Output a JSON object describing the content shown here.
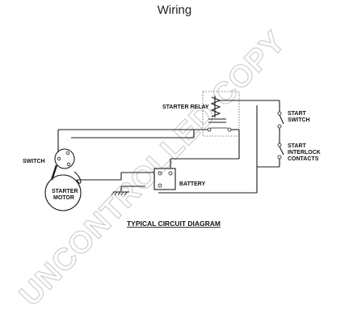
{
  "page_title": "Wiring",
  "watermark": "UNCONTROLLED COPY",
  "caption": "TYPICAL CIRCUIT DIAGRAM",
  "labels": {
    "starter_relay": "STARTER RELAY",
    "start_switch_line1": "START",
    "start_switch_line2": "SWITCH",
    "interlock_line1": "START",
    "interlock_line2": "INTERLOCK",
    "interlock_line3": "CONTACTS",
    "switch": "SWITCH",
    "starter_line1": "STARTER",
    "starter_line2": "MOTOR",
    "battery": "BATTERY"
  }
}
